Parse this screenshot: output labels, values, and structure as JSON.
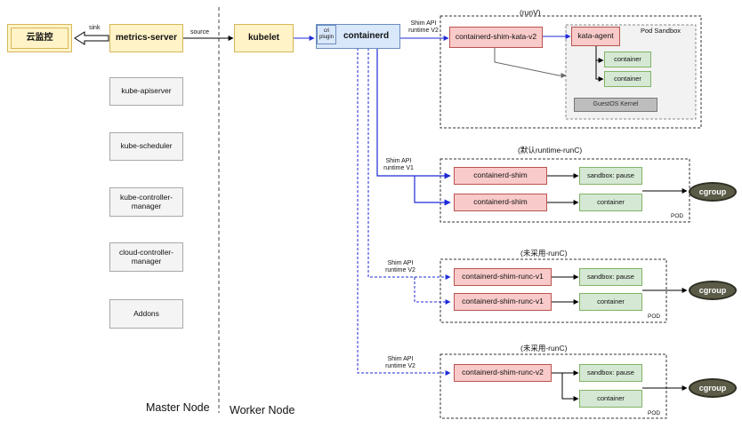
{
  "cloud_monitor": "云监控",
  "master": {
    "metrics_server": "metrics-server",
    "components": [
      "kube-apiserver",
      "kube-scheduler",
      "kube-controller-manager",
      "cloud-controller-manager",
      "Addons"
    ],
    "node_label": "Master Node"
  },
  "worker": {
    "kubelet": "kubelet",
    "containerd": "containerd",
    "cri_plugin": "cri plugin",
    "node_label": "Worker Node"
  },
  "edge_labels": {
    "sink": "sink",
    "source": "source",
    "shim_v2_a": "Shim API runtime V2",
    "shim_v1": "Shim API runtime V1",
    "shim_v2_b": "Shim API runtime V2",
    "shim_v2_c": "Shim API runtime V2"
  },
  "runv": {
    "title": "(runV)",
    "shim": "containerd-shim-kata-v2",
    "sandbox_title": "Pod Sandbox",
    "agent": "kata-agent",
    "containers": [
      "container",
      "container"
    ],
    "kernel": "GuestOS Kernel"
  },
  "runc_default": {
    "title": "(默认runtime-runC)",
    "shims": [
      "containerd-shim",
      "containerd-shim"
    ],
    "targets": [
      "sandbox: pause",
      "container"
    ],
    "pod": "POD"
  },
  "runc_v1": {
    "title": "(未采用-runC)",
    "shims": [
      "containerd-shim-runc-v1",
      "containerd-shim-runc-v1"
    ],
    "targets": [
      "sandbox: pause",
      "container"
    ],
    "pod": "POD"
  },
  "runc_v2": {
    "title": "(未采用-runC)",
    "shim": "containerd-shim-runc-v2",
    "targets": [
      "sandbox: pause",
      "container"
    ],
    "pod": "POD"
  },
  "cgroup": [
    "cgroup",
    "cgroup",
    "cgroup"
  ]
}
